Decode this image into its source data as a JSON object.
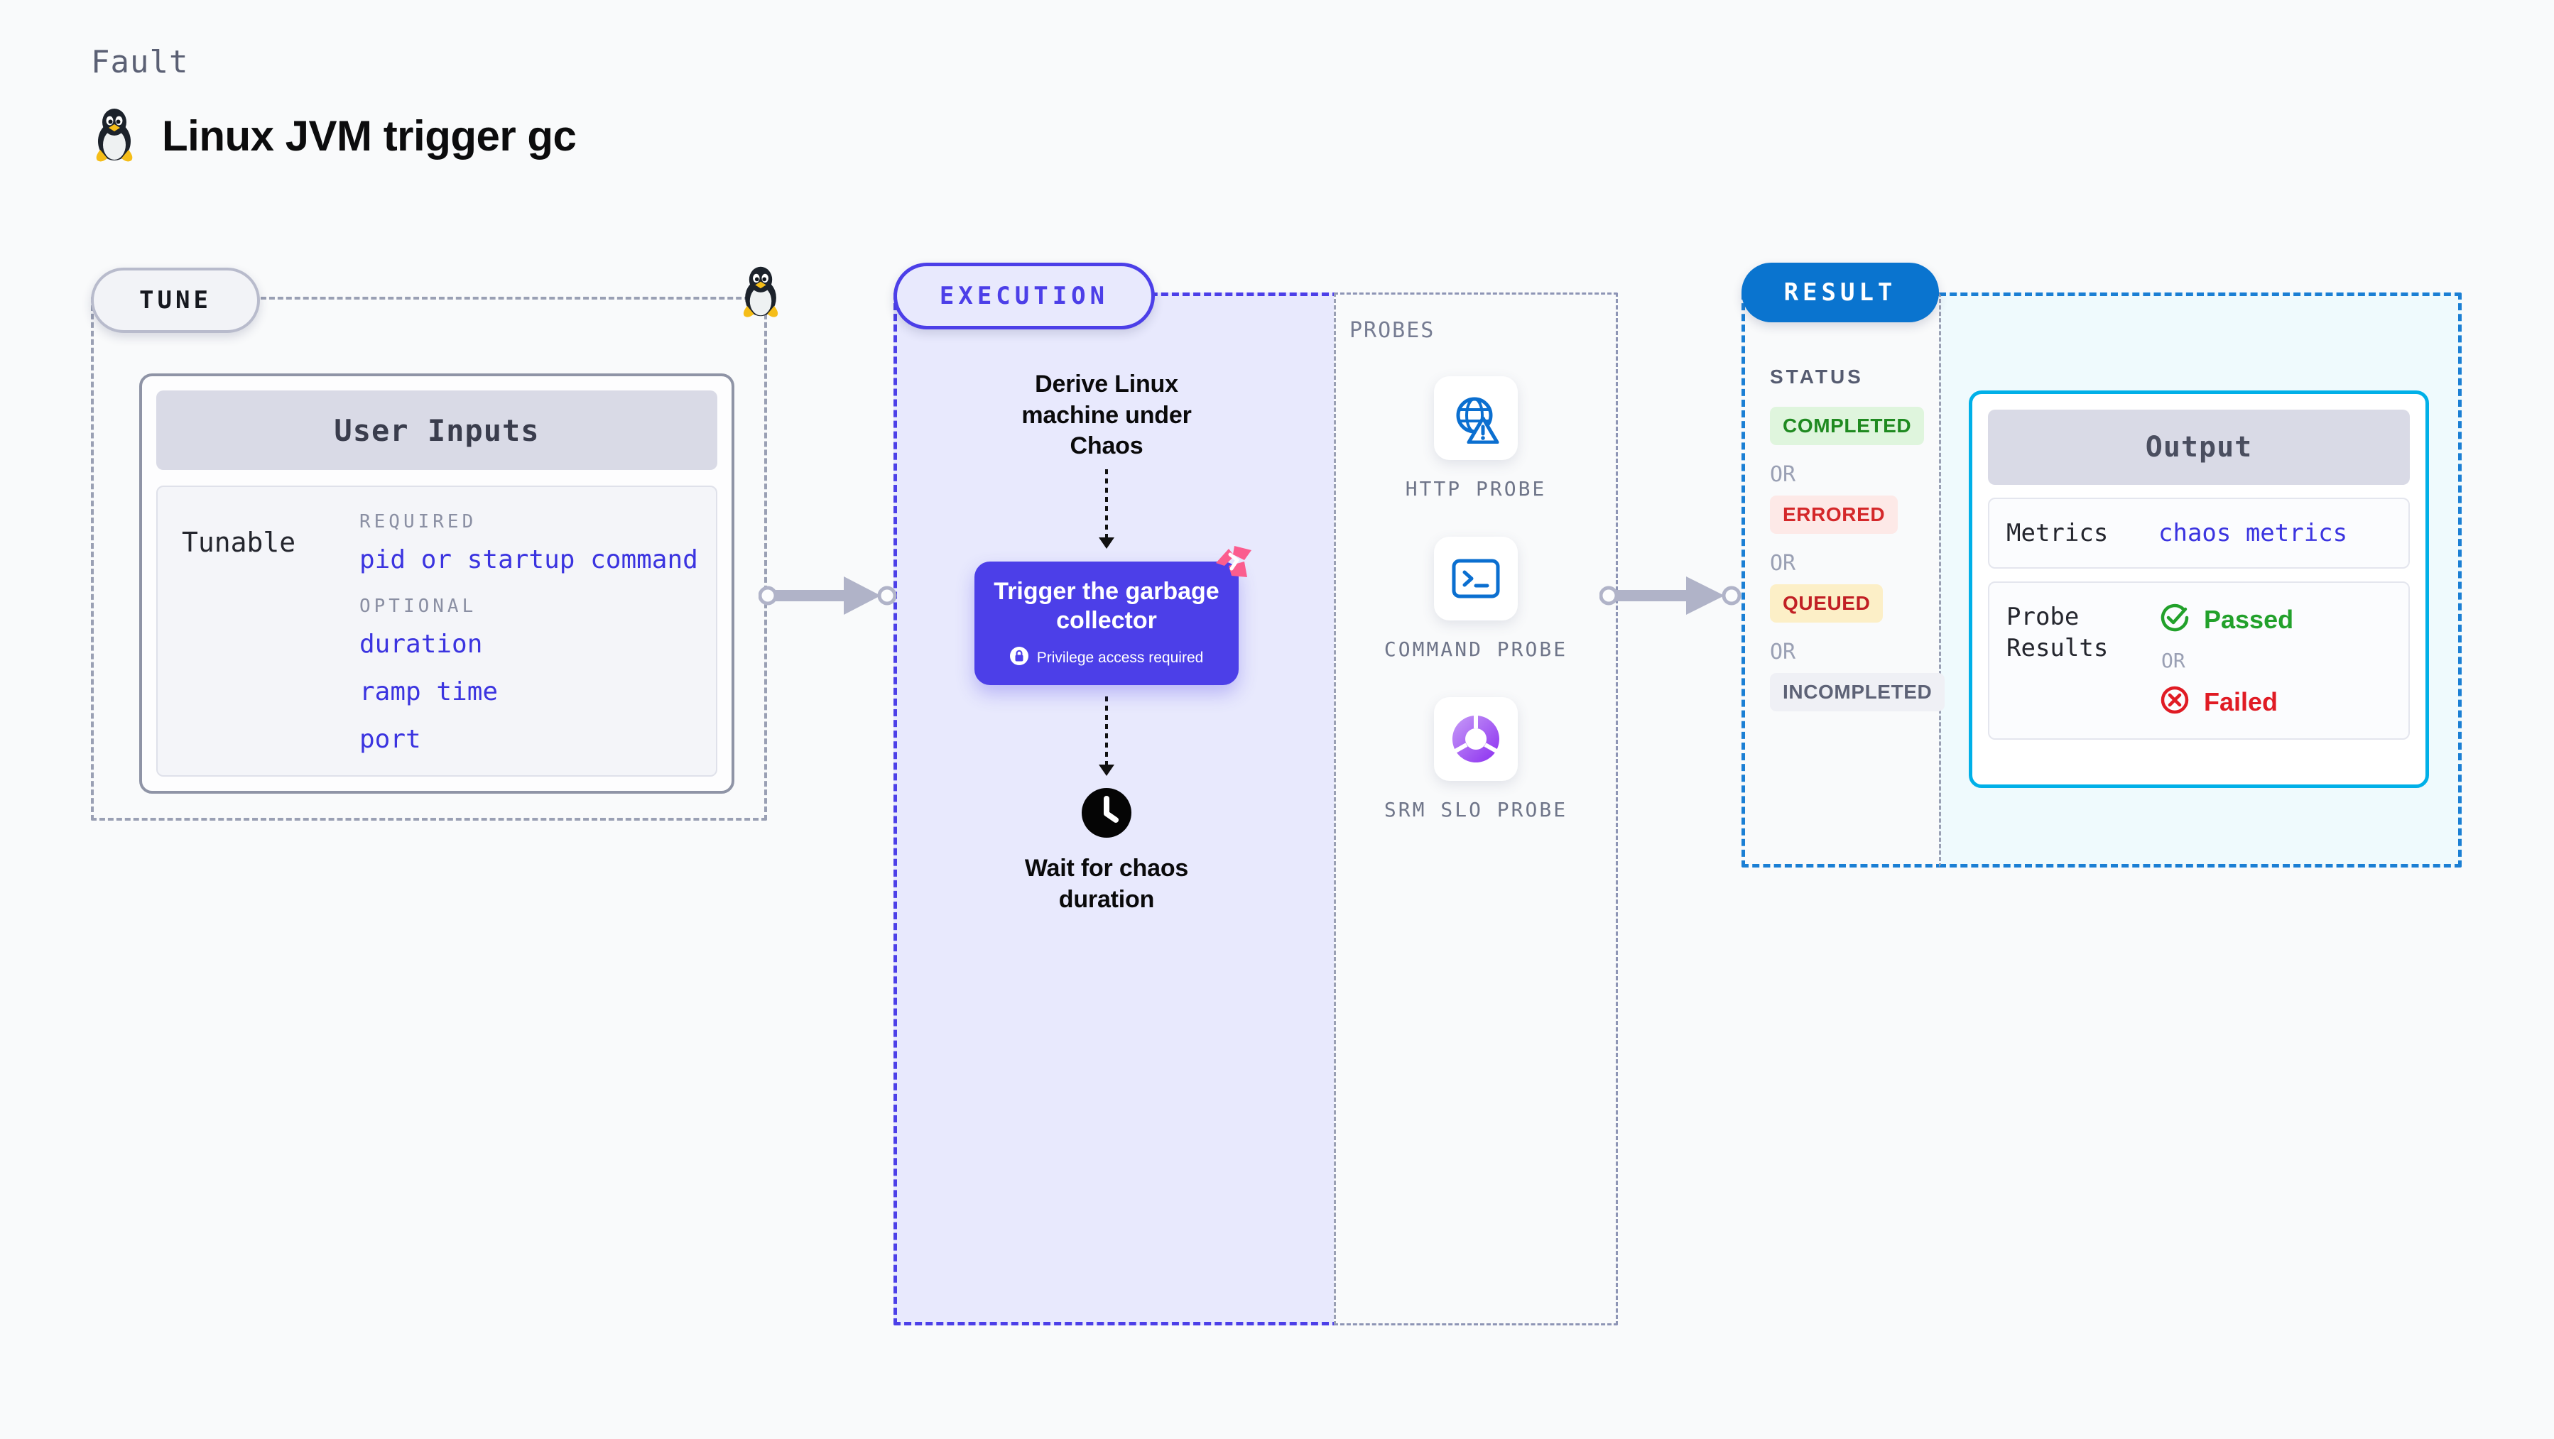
{
  "header": {
    "eyebrow": "Fault",
    "title": "Linux JVM trigger gc",
    "icon": "linux-tux-icon"
  },
  "tune": {
    "pill_label": "TUNE",
    "card_title": "User Inputs",
    "tunable_key": "Tunable",
    "required_label": "REQUIRED",
    "required_items": [
      "pid or startup command"
    ],
    "optional_label": "OPTIONAL",
    "optional_items": [
      "duration",
      "ramp time",
      "port"
    ]
  },
  "execution": {
    "pill_label": "EXECUTION",
    "step_derive": "Derive Linux machine under Chaos",
    "action_title": "Trigger the garbage collector",
    "privilege_note": "Privilege access required",
    "privilege_icon": "lock-icon",
    "chaos_badge_icon": "chaos-fault-icon",
    "wait_icon": "clock-icon",
    "step_wait": "Wait for chaos duration"
  },
  "probes": {
    "section_label": "PROBES",
    "items": [
      {
        "label": "HTTP PROBE",
        "icon": "globe-warning-icon"
      },
      {
        "label": "COMMAND PROBE",
        "icon": "terminal-icon"
      },
      {
        "label": "SRM SLO PROBE",
        "icon": "slo-donut-check-icon"
      }
    ]
  },
  "result": {
    "pill_label": "RESULT",
    "status_label": "STATUS",
    "or_label": "OR",
    "statuses": [
      {
        "label": "COMPLETED",
        "bg": "#dff5dd",
        "fg": "#1f8a20"
      },
      {
        "label": "ERRORED",
        "bg": "#fde9e7",
        "fg": "#d4282a"
      },
      {
        "label": "QUEUED",
        "bg": "#fcefc7",
        "fg": "#c11f24"
      },
      {
        "label": "INCOMPLETED",
        "bg": "#eff0f5",
        "fg": "#5d6276"
      }
    ],
    "output": {
      "title": "Output",
      "metrics_key": "Metrics",
      "metrics_value": "chaos metrics",
      "probe_results_key": "Probe Results",
      "passed_label": "Passed",
      "passed_icon": "check-circle-icon",
      "failed_label": "Failed",
      "failed_icon": "x-circle-icon",
      "or_label": "OR"
    }
  },
  "colors": {
    "background": "#f9fafb",
    "execution_accent": "#4c3fe8",
    "execution_fill": "#e8e9fd",
    "result_accent": "#0a74cf",
    "result_fill": "#effafd",
    "output_border": "#00b0e8",
    "tune_border": "#9aa0b4",
    "link": "#3b34e0",
    "chaos_pink": "#fb5d8e"
  }
}
